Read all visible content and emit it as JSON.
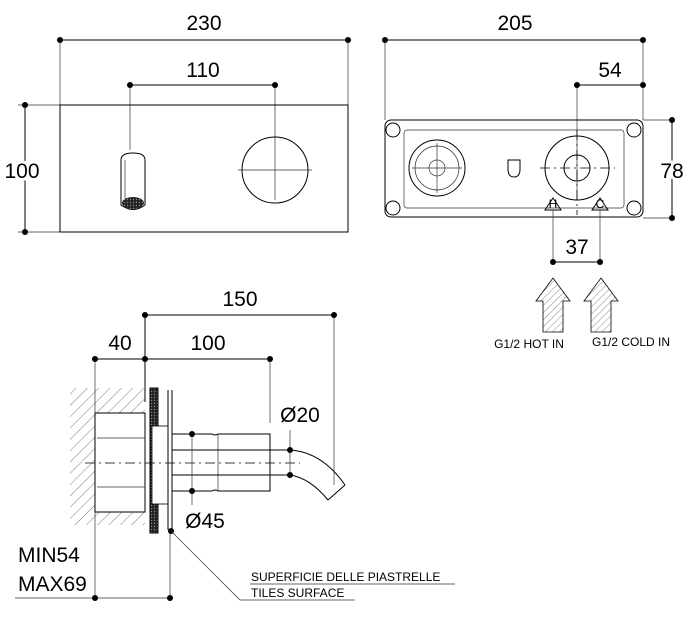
{
  "front_view": {
    "width": "230",
    "spacing": "110",
    "height": "100"
  },
  "back_view": {
    "width": "205",
    "offset": "54",
    "height": "78",
    "inlet_spacing": "37",
    "hot_label": "G1/2 HOT IN",
    "cold_label": "G1/2 COLD IN",
    "hot_mark": "H",
    "cold_mark": "C"
  },
  "side_view": {
    "projection": "150",
    "depth": "40",
    "spout": "100",
    "spout_diameter": "Ø20",
    "rosette_diameter": "Ø45",
    "min": "MIN54",
    "max": "MAX69",
    "surface_it": "SUPERFICIE DELLE PIASTRELLE",
    "surface_en": "TILES SURFACE"
  }
}
